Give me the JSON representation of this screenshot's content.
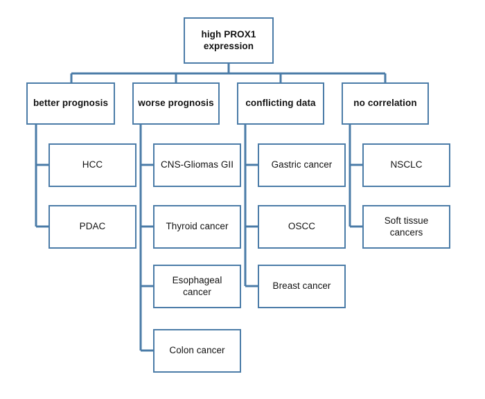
{
  "diagram": {
    "title": "high PROX1 expression",
    "accent_color": "#4a7ba7",
    "background_color": "#ffffff",
    "text_color": "#111111",
    "root": {
      "label": "high PROX1\nexpression"
    },
    "categories": [
      {
        "label": "better prognosis",
        "items": [
          {
            "label": "HCC"
          },
          {
            "label": "PDAC"
          }
        ]
      },
      {
        "label": "worse prognosis",
        "items": [
          {
            "label": "CNS-Gliomas GII"
          },
          {
            "label": "Thyroid cancer"
          },
          {
            "label": "Esophageal\ncancer"
          },
          {
            "label": "Colon cancer"
          }
        ]
      },
      {
        "label": "conflicting  data",
        "items": [
          {
            "label": "Gastric cancer"
          },
          {
            "label": "OSCC"
          },
          {
            "label": "Breast cancer"
          }
        ]
      },
      {
        "label": "no correlation",
        "items": [
          {
            "label": "NSCLC"
          },
          {
            "label": "Soft tissue\ncancers"
          }
        ]
      }
    ]
  }
}
